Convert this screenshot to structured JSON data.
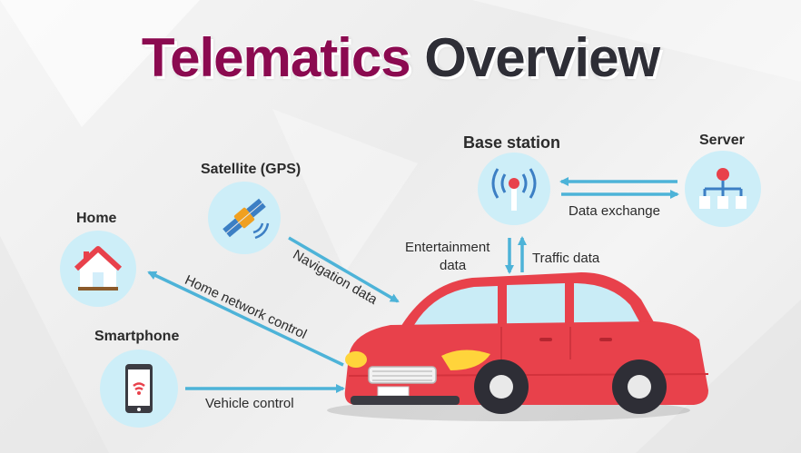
{
  "title": {
    "word1": "Telematics",
    "word2": "Overview"
  },
  "colors": {
    "title_primary": "#8b0a50",
    "title_secondary": "#2e2e36",
    "arrow": "#4db3d8",
    "icon_bg": "#cdeef8",
    "car_body": "#e8414b"
  },
  "nodes": {
    "home": {
      "label": "Home",
      "icon": "house-icon"
    },
    "satellite": {
      "label": "Satellite (GPS)",
      "icon": "satellite-icon"
    },
    "base_station": {
      "label": "Base station",
      "icon": "antenna-icon"
    },
    "server": {
      "label": "Server",
      "icon": "server-network-icon"
    },
    "smartphone": {
      "label": "Smartphone",
      "icon": "smartphone-icon"
    },
    "car": {
      "icon": "car-icon"
    }
  },
  "edges": {
    "navigation": "Navigation data",
    "home_control": "Home network control",
    "entertainment_line1": "Entertainment",
    "entertainment_line2": "data",
    "traffic": "Traffic data",
    "data_exchange": "Data exchange",
    "vehicle_control": "Vehicle control"
  }
}
